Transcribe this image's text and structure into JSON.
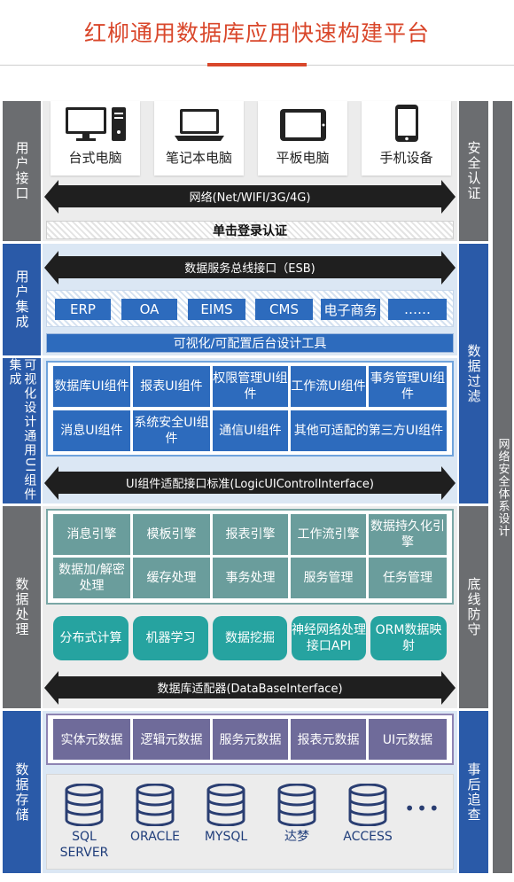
{
  "title": "红柳通用数据库应用快速构建平台",
  "left_labels": [
    "用户接口",
    "用户集成",
    "可视化设计通用UI组件集成",
    "数据处理",
    "数据存储"
  ],
  "right_labels": [
    "安全认证",
    "数据过滤",
    "底线防守",
    "事后追查"
  ],
  "far_right_label": "网络安全体系设计",
  "devices": [
    {
      "label": "台式电脑",
      "icon": "desktop-icon"
    },
    {
      "label": "笔记本电脑",
      "icon": "laptop-icon"
    },
    {
      "label": "平板电脑",
      "icon": "tablet-icon"
    },
    {
      "label": "手机设备",
      "icon": "phone-icon"
    }
  ],
  "network_bar": "网络(Net/WIFI/3G/4G)",
  "sso_bar": "单击登录认证",
  "esb_bar": "数据服务总线接口（ESB)",
  "integration_apps": [
    "ERP",
    "OA",
    "EIMS",
    "CMS",
    "电子商务",
    "……"
  ],
  "design_tool_bar": "可视化/可配置后台设计工具",
  "ui_components": [
    [
      "数据库UI组件",
      "报表UI组件",
      "权限管理UI组件",
      "工作流UI组件",
      "事务管理UI组件"
    ],
    [
      "消息UI组件",
      "系统安全UI组件",
      "通信UI组件",
      "其他可适配的第三方UI组件"
    ]
  ],
  "ui_interface_bar": "UI组件适配接口标准(LogicUIControlInterface)",
  "engines": [
    [
      "消息引擎",
      "模板引擎",
      "报表引擎",
      "工作流引擎",
      "数据持久化引擎"
    ],
    [
      "数据加/解密处理",
      "缓存处理",
      "事务处理",
      "服务管理",
      "任务管理"
    ]
  ],
  "services": [
    "分布式计算",
    "机器学习",
    "数据挖掘",
    "神经网络处理接口API",
    "ORM数据映射"
  ],
  "db_adapter_bar": "数据库适配器(DataBaseInterface)",
  "metadata": [
    "实体元数据",
    "逻辑元数据",
    "服务元数据",
    "报表元数据",
    "UI元数据"
  ],
  "databases": [
    "SQL SERVER",
    "ORACLE",
    "MYSQL",
    "达梦",
    "ACCESS"
  ],
  "more_dots": "•••",
  "colors": {
    "title": "#d9472b",
    "blue": "#2a5aa8",
    "grey": "#6b6d70",
    "teal": "#6a9d9c",
    "purple": "#6f6b9a"
  }
}
